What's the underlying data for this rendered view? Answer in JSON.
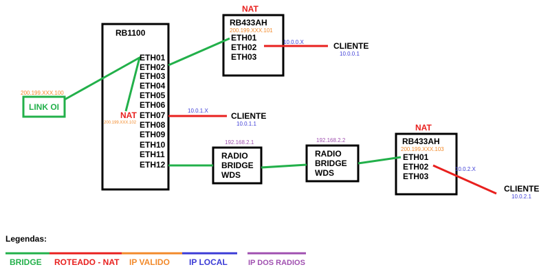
{
  "rb1100": {
    "title": "RB1100",
    "ports": [
      "ETH01",
      "ETH02",
      "ETH03",
      "ETH04",
      "ETH05",
      "ETH06",
      "ETH07",
      "ETH08",
      "ETH09",
      "ETH10",
      "ETH11",
      "ETH12"
    ],
    "nat_label": "NAT",
    "nat_ip": "200.199.XXX.102"
  },
  "link": {
    "label": "LINK OI",
    "ip": "200.199.XXX.100"
  },
  "rb433_top": {
    "nat": "NAT",
    "title": "RB433AH",
    "ip": "200.199.XXX.101",
    "ports": [
      "ETH01",
      "ETH02",
      "ETH03"
    ],
    "net": "10.0.0.X",
    "client": "CLIENTE",
    "client_ip": "10.0.0.1"
  },
  "client_mid": {
    "net": "10.0.1.X",
    "client": "CLIENTE",
    "client_ip": "10.0.1.1"
  },
  "radio1": {
    "ip": "192.168.2.1",
    "lines": [
      "RADIO",
      "BRIDGE",
      "WDS"
    ]
  },
  "radio2": {
    "ip": "192.168.2.2",
    "lines": [
      "RADIO",
      "BRIDGE",
      "WDS"
    ]
  },
  "rb433_bottom": {
    "nat": "NAT",
    "title": "RB433AH",
    "ip": "200.199.XXX.103",
    "ports": [
      "ETH01",
      "ETH02",
      "ETH03"
    ],
    "net": "10.0.2.X",
    "client": "CLIENTE",
    "client_ip": "10.0.2.1"
  },
  "legend": {
    "title": "Legendas:",
    "items": [
      {
        "label": "BRIDGE",
        "color": "#22b04a"
      },
      {
        "label": "ROTEADO - NAT",
        "color": "#e8201e"
      },
      {
        "label": "IP VALIDO",
        "color": "#f28a2b"
      },
      {
        "label": "IP LOCAL",
        "color": "#3b3bd6"
      },
      {
        "label": "IP DOS RADIOS",
        "color": "#a050b0"
      }
    ]
  }
}
